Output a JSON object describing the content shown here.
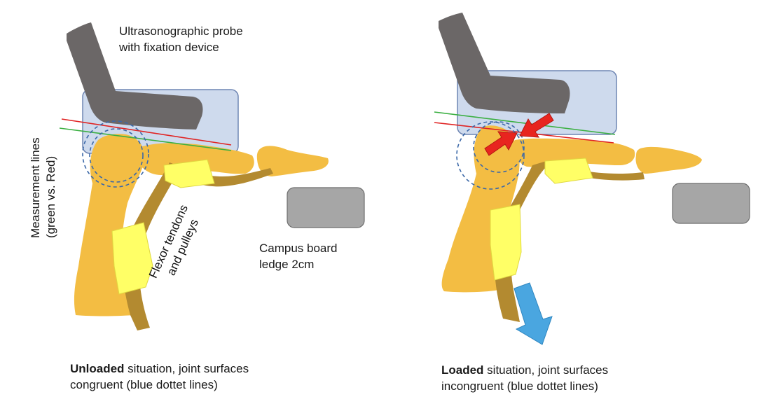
{
  "labels": {
    "probe_line1": "Ultrasonographic probe",
    "probe_line2": "with fixation device",
    "measure_line1": "Measurement lines",
    "measure_line2": "(green vs. Red)",
    "flexor_line1": "Flexor tendons",
    "flexor_line2": "and pulleys",
    "campus_line1": "Campus board",
    "campus_line2": "ledge 2cm",
    "left_caption_bold": "Unloaded",
    "left_caption_rest1": " situation, joint surfaces",
    "left_caption_line2": "congruent (blue dottet lines)",
    "right_caption_bold": "Loaded",
    "right_caption_rest1": " situation, joint surfaces",
    "right_caption_line2": "incongruent (blue dottet lines)"
  },
  "colors": {
    "probe": "#6b6767",
    "fixation_device": "#c5d3ea",
    "fixation_border": "#6f86b3",
    "bone": "#f3bd43",
    "tendon": "#b38a30",
    "pulley": "#ffff66",
    "ledge": "#a6a6a6",
    "line_green": "#3cb043",
    "line_red": "#e02424",
    "dotted_circle": "#3b68a8",
    "force_arrow_red": "#e8251f",
    "load_arrow_blue": "#4aa6e0"
  },
  "icons": [
    "ultrasound-probe-icon",
    "force-arrow-icon",
    "load-arrow-icon"
  ]
}
